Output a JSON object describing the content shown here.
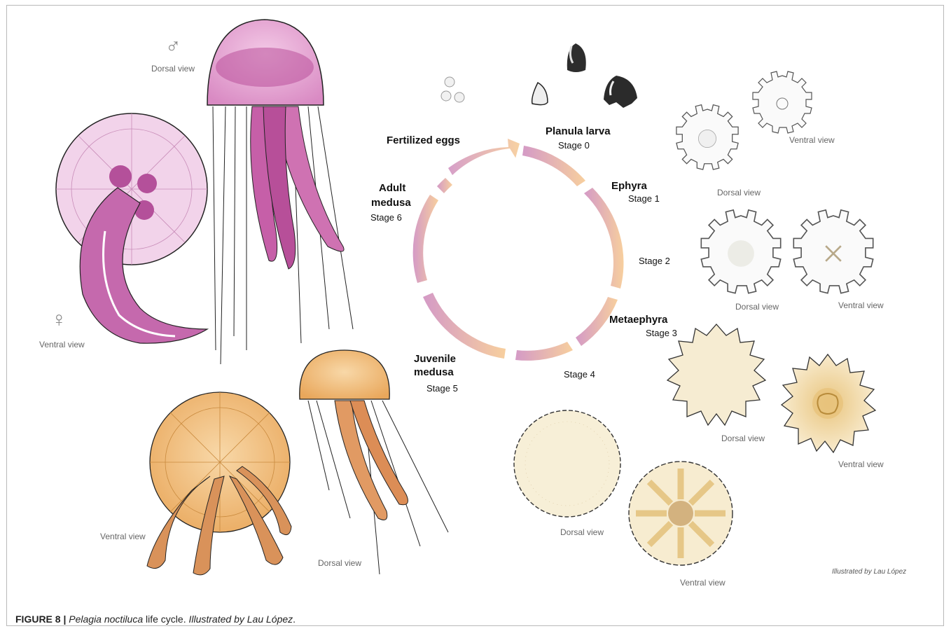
{
  "symbols": {
    "male": "♂",
    "female": "♀"
  },
  "views": {
    "adult_male_dorsal": "Dorsal view",
    "adult_female_ventral": "Ventral view",
    "ephyra_ventral": "Ventral view",
    "ephyra_dorsal": "Dorsal view",
    "stage2_dorsal": "Dorsal view",
    "stage2_ventral": "Ventral view",
    "stage3_dorsal": "Dorsal view",
    "stage3_ventral": "Ventral view",
    "stage4_dorsal": "Dorsal view",
    "stage4_ventral": "Ventral view",
    "juvenile_ventral": "Ventral view",
    "juvenile_dorsal": "Dorsal view"
  },
  "cycle": {
    "fertilized_eggs": {
      "title": "Fertilized eggs"
    },
    "planula": {
      "title": "Planula larva",
      "stage": "Stage 0"
    },
    "ephyra": {
      "title": "Ephyra",
      "stage": "Stage 1"
    },
    "stage2": {
      "stage": "Stage 2"
    },
    "metaephyra": {
      "title": "Metaephyra",
      "stage": "Stage 3"
    },
    "stage4": {
      "stage": "Stage 4"
    },
    "juvenile": {
      "title_line1": "Juvenile",
      "title_line2": "medusa",
      "stage": "Stage 5"
    },
    "adult": {
      "title_line1": "Adult",
      "title_line2": "medusa",
      "stage": "Stage 6"
    }
  },
  "credit": "Illustrated by Lau López",
  "caption": {
    "figure_label": "FIGURE 8 |",
    "species": "Pelagia noctiluca",
    "text": " life cycle. ",
    "credit": "Illustrated by Lau López",
    "end": "."
  },
  "colors": {
    "ring_pink": "#d9a2c9",
    "ring_peach": "#f6c89c",
    "adult_pink": "#c561a8",
    "juvenile_orange": "#e7a45a",
    "ephyra_cream": "#f6ecd2"
  }
}
